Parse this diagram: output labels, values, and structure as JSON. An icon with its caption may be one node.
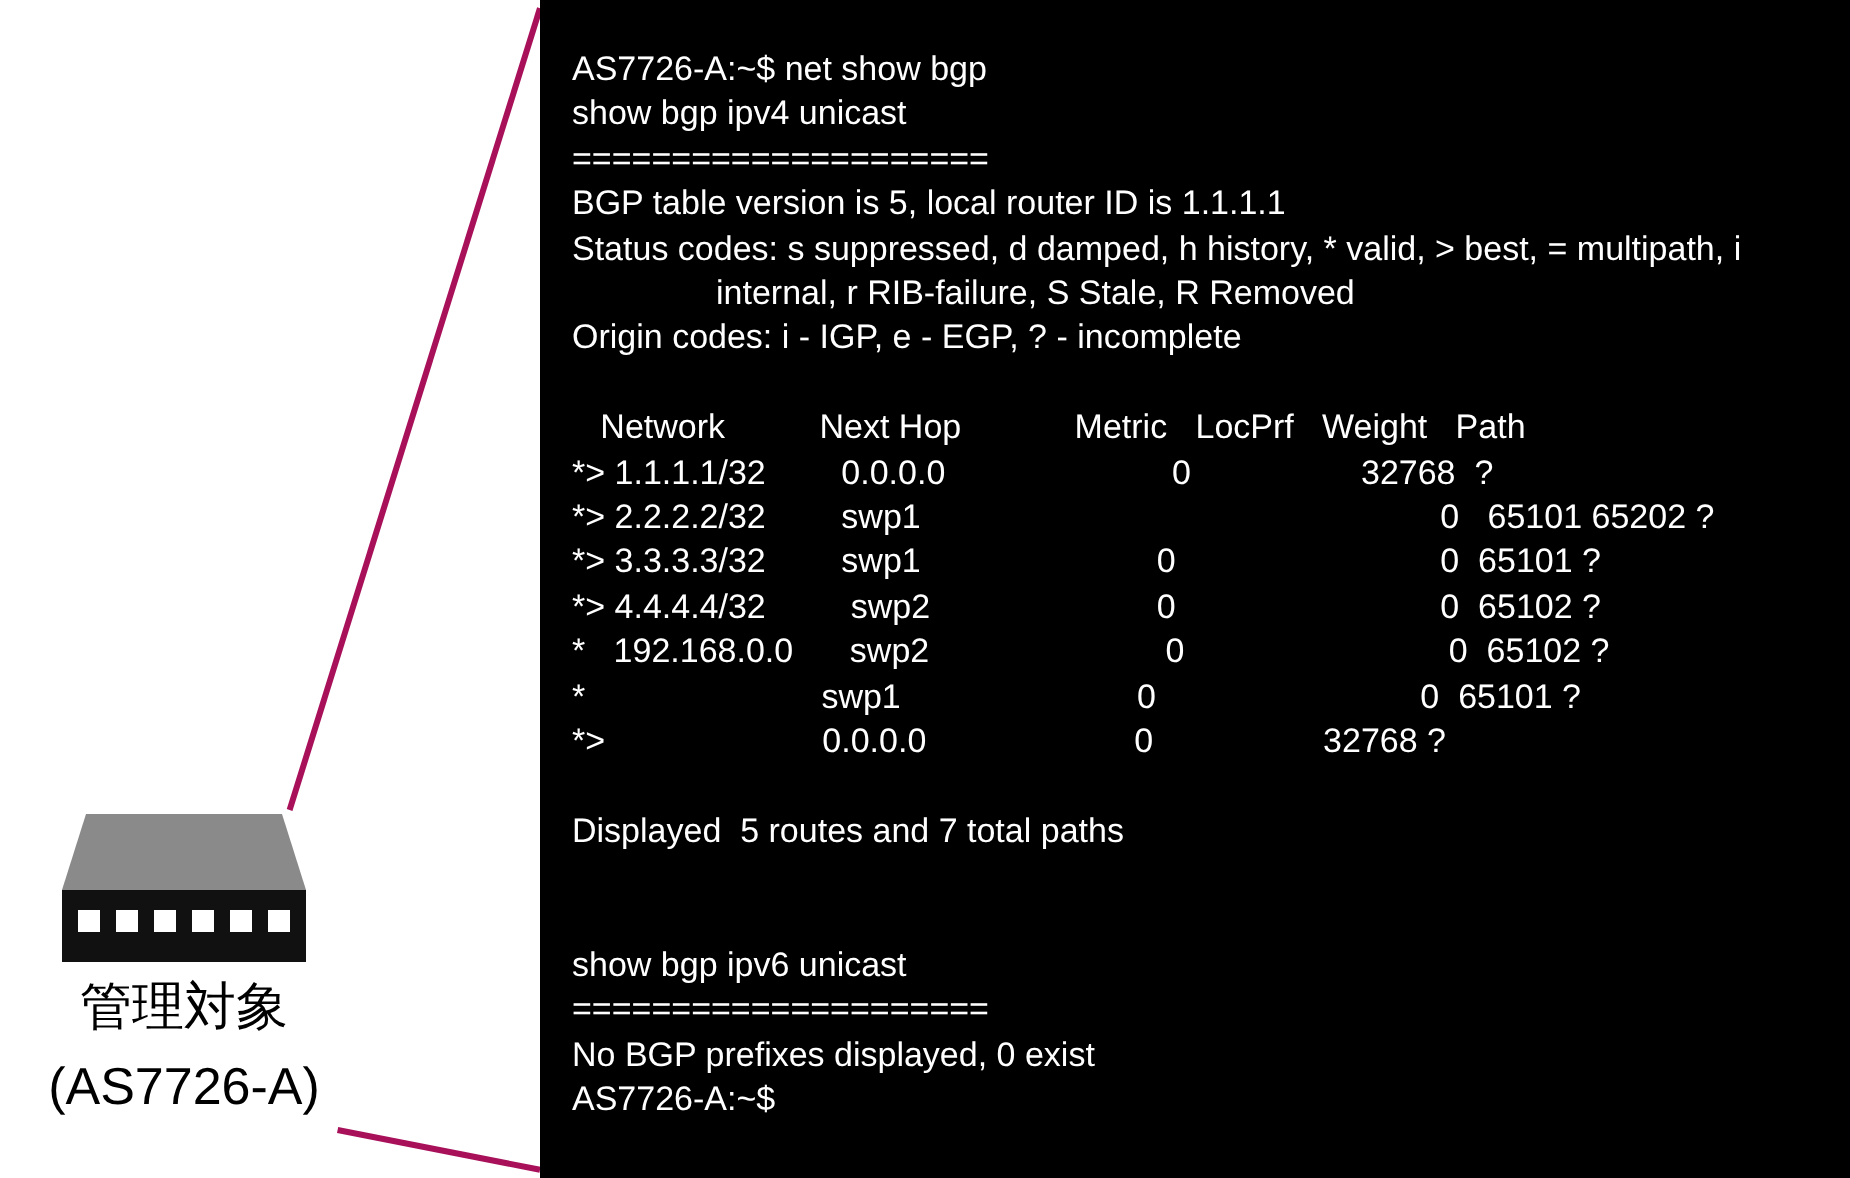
{
  "diagram": {
    "nodes": [
      {
        "text": [
          "管理対象",
          "(AS7726-A)"
        ]
      },
      {
        "text": [
          "AS7726-A:~$ net show bgp",
          "show bgp ipv4 unicast",
          "=====================",
          "BGP table version is 5, local router ID is 1.1.1.1",
          "Status codes: s suppressed, d damped, h history, * valid, > best, = multipath, i internal, r RIB-failure, S Stale, R Removed",
          "Origin codes: i - IGP, e - EGP, ? - incomplete",
          "   Network          Next Hop            Metric   LocPrf   Weight   Path",
          "*> 1.1.1.1/32        0.0.0.0                        0                  32768  ?",
          "*> 2.2.2.2/32        swp1                                                       0   65101 65202 ?",
          "*> 3.3.3.3/32        swp1                         0                            0  65101 ?",
          "*> 4.4.4.4/32         swp2                        0                            0  65102 ?",
          "*   192.168.0.0      swp2                         0                            0  65102 ?",
          "*                         swp1                         0                            0  65101 ?",
          "*>                       0.0.0.0                      0                  32768 ?",
          "Displayed  5 routes and 7 total paths",
          "show bgp ipv6 unicast",
          "=====================",
          "No BGP prefixes displayed, 0 exist",
          "AS7726-A:~$"
        ]
      }
    ],
    "edges": [
      {
        "from": 0,
        "to": 1,
        "arrow": "none"
      },
      {
        "from": 0,
        "to": 1,
        "arrow": "none"
      }
    ]
  }
}
